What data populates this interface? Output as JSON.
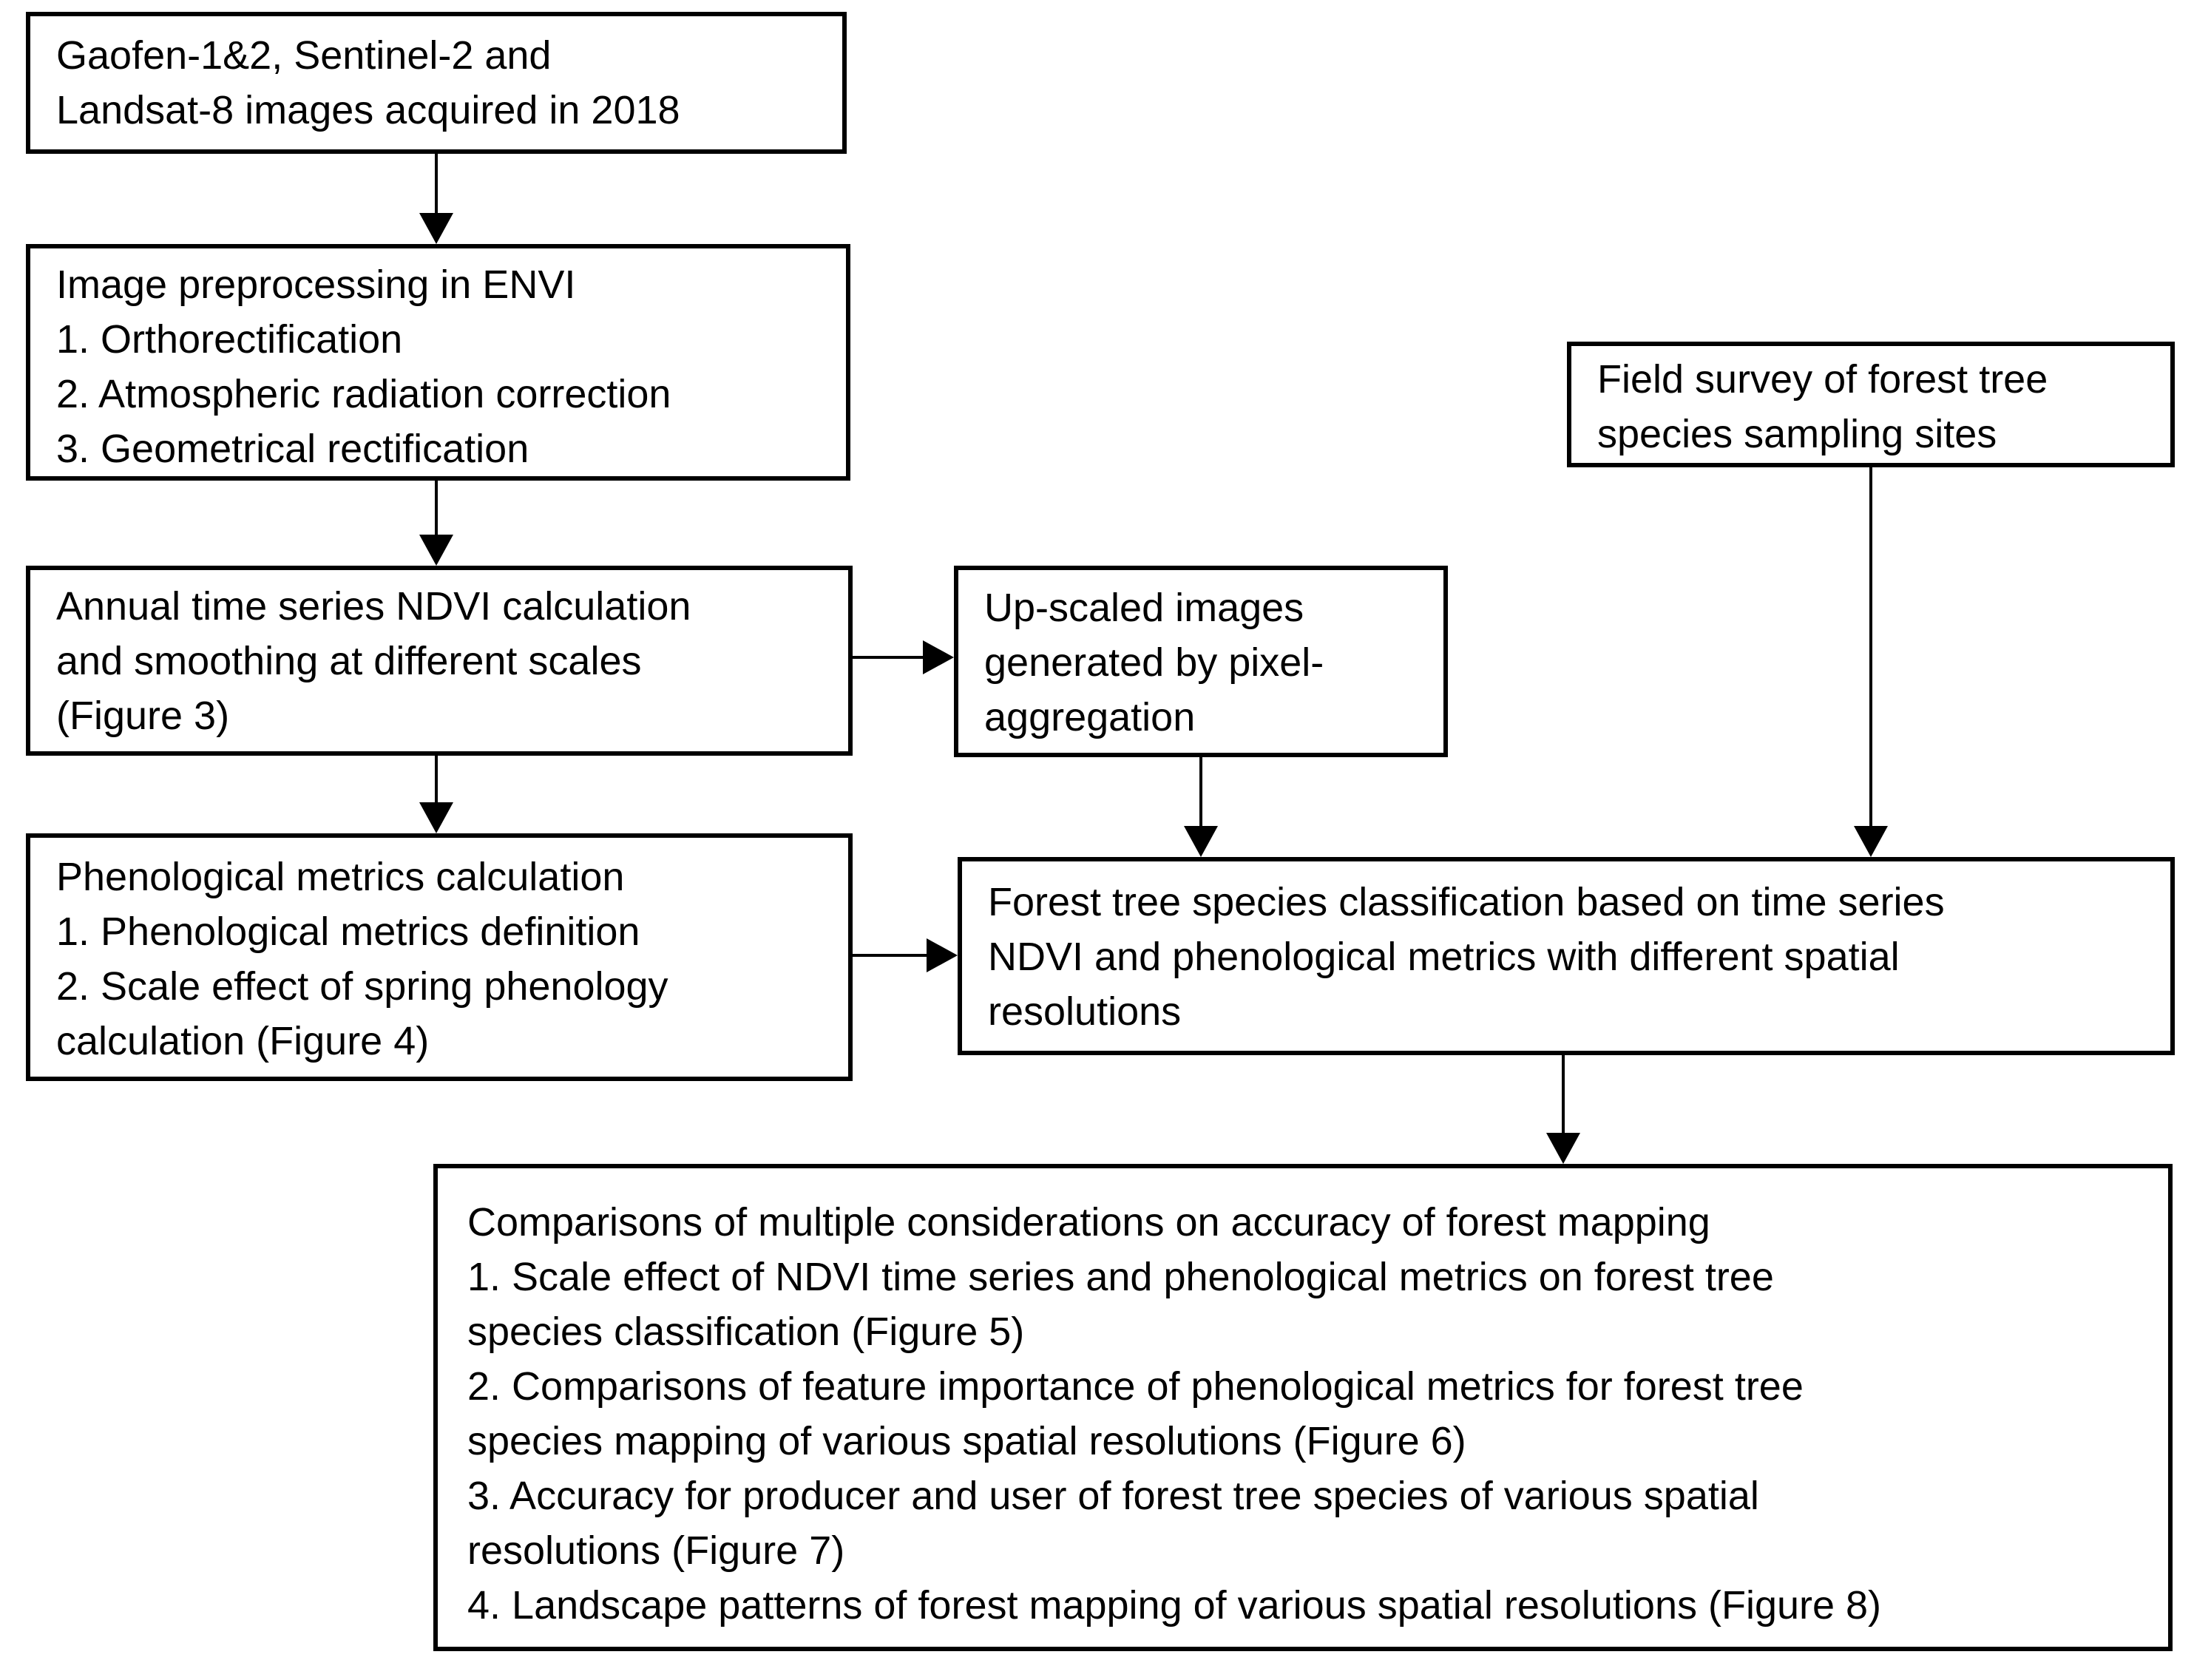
{
  "figure": {
    "type": "flowchart",
    "background_color": "#ffffff",
    "line_color": "#000000",
    "text_color": "#000000",
    "boxes": {
      "acquisition": {
        "lines": [
          "Gaofen-1&2, Sentinel-2 and",
          "Landsat-8 images acquired in 2018"
        ]
      },
      "preprocessing": {
        "lines": [
          "Image preprocessing in ENVI",
          "1. Orthorectification",
          "2. Atmospheric radiation correction",
          "3. Geometrical rectification"
        ]
      },
      "ndvi_calculation": {
        "lines": [
          "Annual time series NDVI calculation",
          "and smoothing at different scales",
          "(Figure 3)"
        ]
      },
      "upscaled_images": {
        "lines": [
          "Up-scaled images",
          "generated by pixel-",
          "aggregation"
        ]
      },
      "phenological_metrics": {
        "lines": [
          "Phenological metrics calculation",
          "1. Phenological metrics definition",
          "2. Scale effect of spring phenology",
          "calculation (Figure 4)"
        ]
      },
      "field_survey": {
        "lines": [
          "Field survey of forest tree",
          "species sampling sites"
        ]
      },
      "classification": {
        "lines": [
          "Forest tree species classification based on time series",
          "NDVI and phenological metrics with different spatial",
          "resolutions"
        ]
      },
      "comparisons": {
        "lines": [
          "Comparisons of multiple considerations on accuracy of forest mapping",
          "1. Scale effect of NDVI time series and phenological metrics on forest tree",
          "species classification (Figure 5)",
          "2. Comparisons of feature importance of phenological metrics for forest tree",
          "species mapping of various spatial resolutions (Figure 6)",
          "3. Accuracy for producer and user of forest tree species of various spatial",
          "resolutions (Figure 7)",
          "4. Landscape patterns of forest mapping of various spatial resolutions (Figure 8)"
        ]
      }
    }
  }
}
